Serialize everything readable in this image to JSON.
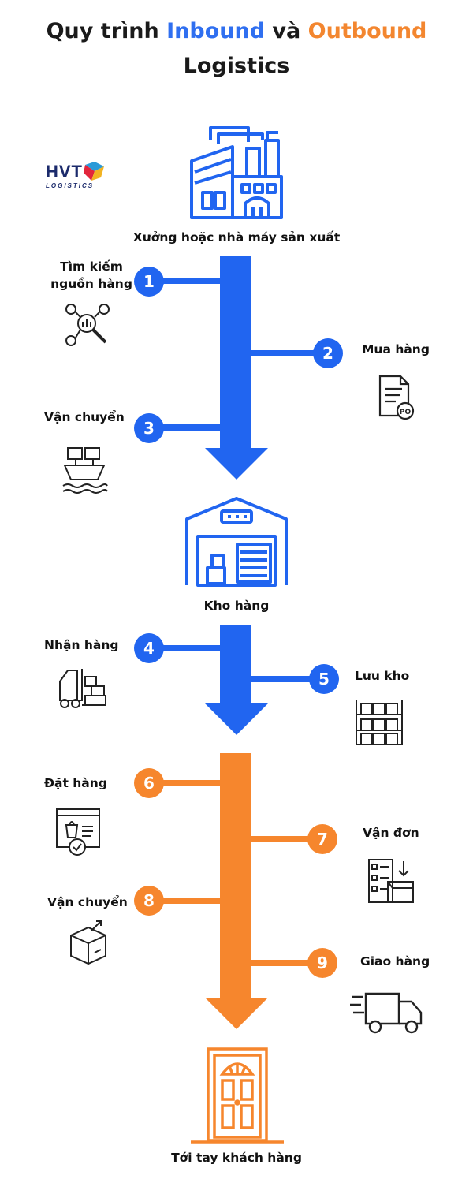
{
  "title": {
    "part1": "Quy trình ",
    "inbound": "Inbound",
    "and": " và ",
    "outbound": "Outbound",
    "line2": "Logistics"
  },
  "logo": {
    "main": "HVT",
    "sub": "LOGISTICS"
  },
  "colors": {
    "inbound": "#2165f0",
    "outbound": "#f6862d",
    "text": "#111111"
  },
  "nodes": {
    "factory": "Xưởng hoặc nhà máy sản xuất",
    "warehouse": "Kho hàng",
    "customer": "Tới tay khách hàng"
  },
  "steps": [
    {
      "number": "1",
      "label_line1": "Tìm kiếm",
      "label_line2": "nguồn hàng",
      "icon": "search-sourcing-icon"
    },
    {
      "number": "2",
      "label": "Mua hàng",
      "icon": "purchase-order-icon"
    },
    {
      "number": "3",
      "label": "Vận chuyển",
      "icon": "ship-icon"
    },
    {
      "number": "4",
      "label": "Nhận hàng",
      "icon": "forklift-icon"
    },
    {
      "number": "5",
      "label": "Lưu kho",
      "icon": "shelves-icon"
    },
    {
      "number": "6",
      "label": "Đặt hàng",
      "icon": "online-order-icon"
    },
    {
      "number": "7",
      "label": "Vận đơn",
      "icon": "checklist-box-icon"
    },
    {
      "number": "8",
      "label": "Vận chuyển",
      "icon": "package-icon"
    },
    {
      "number": "9",
      "label": "Giao hàng",
      "icon": "delivery-truck-icon"
    }
  ]
}
